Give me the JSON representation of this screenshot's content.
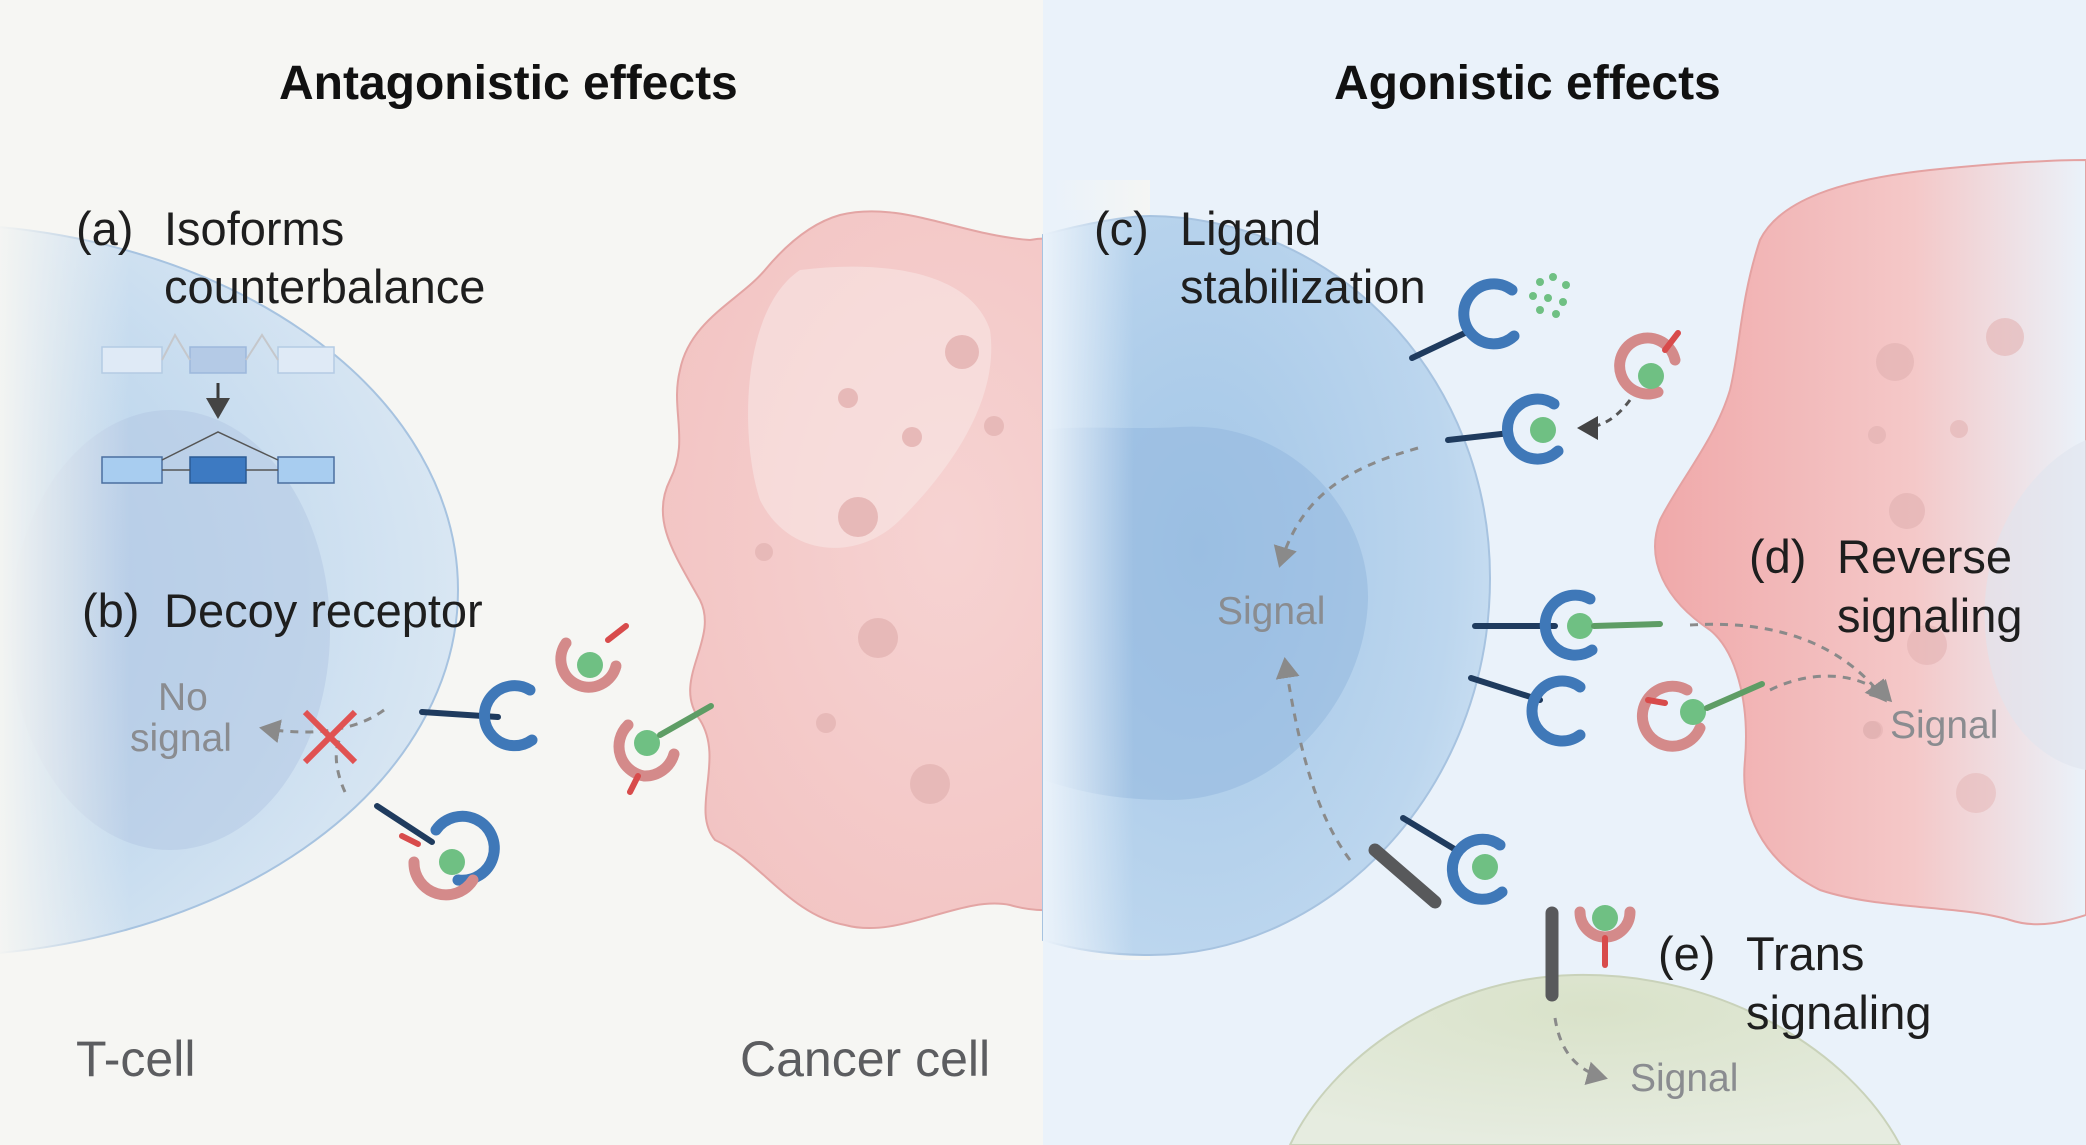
{
  "headers": {
    "left": "Antagonistic effects",
    "right": "Agonistic effects"
  },
  "panels": {
    "a": {
      "letter": "(a)",
      "line1": "Isoforms",
      "line2": "counterbalance"
    },
    "b": {
      "letter": "(b)",
      "line1": "Decoy receptor"
    },
    "c": {
      "letter": "(c)",
      "line1": "Ligand",
      "line2": "stabilization"
    },
    "d": {
      "letter": "(d)",
      "line1": "Reverse",
      "line2": "signaling"
    },
    "e": {
      "letter": "(e)",
      "line1": "Trans",
      "line2": "signaling"
    }
  },
  "signals": {
    "no_signal_line1": "No",
    "no_signal_line2": "signal",
    "c": "Signal",
    "d": "Signal",
    "e": "Signal"
  },
  "cells": {
    "t_cell": "T-cell",
    "cancer_cell": "Cancer cell"
  },
  "colors": {
    "right_background": "#eaf2fa",
    "t_cell_blue": "#a9cbe9",
    "cancer_pink": "#f3c1c0",
    "receptor_blue": "#3f78b8",
    "stalk_navy": "#1f3b5e",
    "ligand_pink": "#d48a8a",
    "ligand_stem_red": "#d84b4b",
    "ligand_green": "#6fc083",
    "green_stem": "#5e9d65",
    "block_red": "#e05252",
    "arrow_gray": "#8a8a8a"
  }
}
